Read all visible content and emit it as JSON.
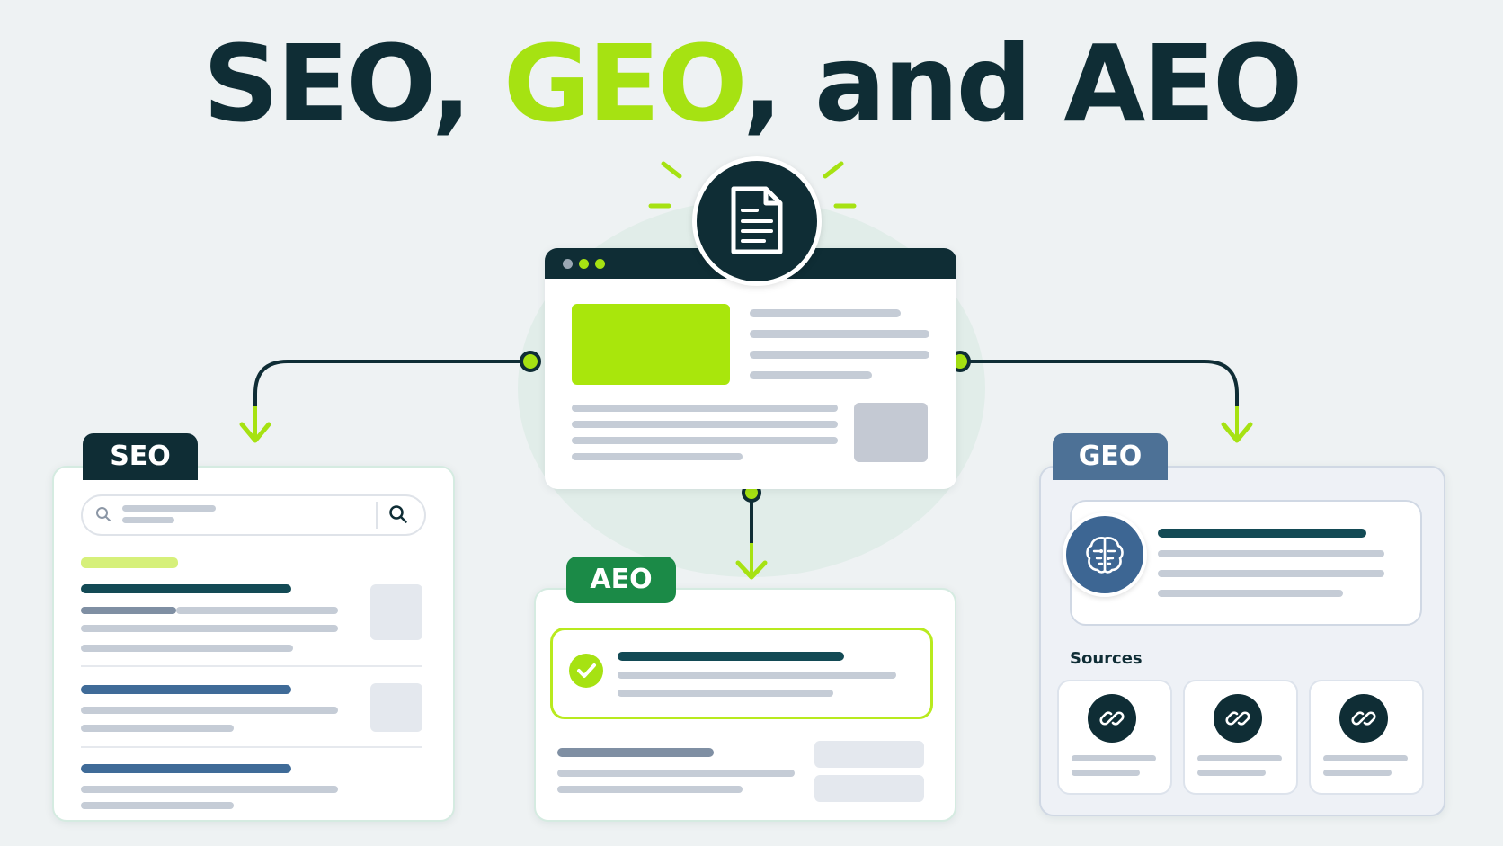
{
  "title": {
    "part1": "SEO,",
    "part2": "GEO",
    "part3": ", and AEO"
  },
  "colors": {
    "dark": "#0f2d35",
    "lime": "#a6e212",
    "aeo_green": "#1b8a47",
    "geo_blue": "#4d7196",
    "background": "#eef2f3"
  },
  "center": {
    "icon": "document-icon"
  },
  "seo": {
    "label": "SEO",
    "icons": [
      "search-icon",
      "magnifier-icon"
    ]
  },
  "aeo": {
    "label": "AEO",
    "icon": "checkmark-icon"
  },
  "geo": {
    "label": "GEO",
    "icon": "brain-icon",
    "sources_label": "Sources",
    "source_icon": "link-icon"
  }
}
